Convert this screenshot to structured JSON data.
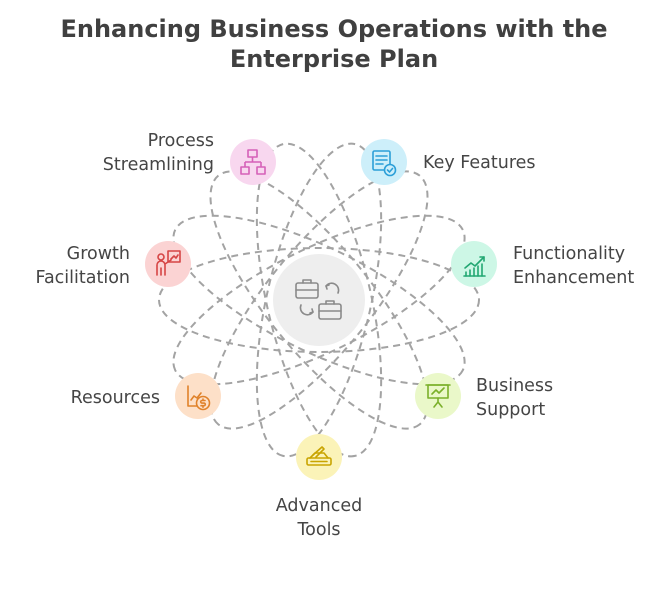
{
  "title": {
    "line1": "Enhancing Business Operations with the",
    "line2": "Enterprise Plan"
  },
  "nodes": [
    {
      "id": "process",
      "icon": "flowchart-icon",
      "color": "#f8d7ef",
      "stroke": "#d660b8",
      "lines": [
        "Process",
        "Streamlining"
      ]
    },
    {
      "id": "key",
      "icon": "checklist-icon",
      "color": "#cdeffa",
      "stroke": "#2b9fd8",
      "lines": [
        "Key Features"
      ]
    },
    {
      "id": "func",
      "icon": "growth-chart-icon",
      "color": "#cdf7e6",
      "stroke": "#22a772",
      "lines": [
        "Functionality",
        "Enhancement"
      ]
    },
    {
      "id": "support",
      "icon": "presentation-board-icon",
      "color": "#eaf8c9",
      "stroke": "#7bb02a",
      "lines": [
        "Business",
        "Support"
      ]
    },
    {
      "id": "tools",
      "icon": "tools-icon",
      "color": "#fbf3b8",
      "stroke": "#c9a400",
      "lines": [
        "Advanced",
        "Tools"
      ]
    },
    {
      "id": "resources",
      "icon": "money-doc-icon",
      "color": "#fde0c8",
      "stroke": "#e0822a",
      "lines": [
        "Resources"
      ]
    },
    {
      "id": "growth",
      "icon": "presenter-icon",
      "color": "#fbd3d3",
      "stroke": "#d64545",
      "lines": [
        "Growth",
        "Facilitation"
      ]
    }
  ],
  "center": {
    "icon": "briefcase-exchange-icon",
    "color": "#eeeeee",
    "stroke": "#8a8a8a"
  }
}
